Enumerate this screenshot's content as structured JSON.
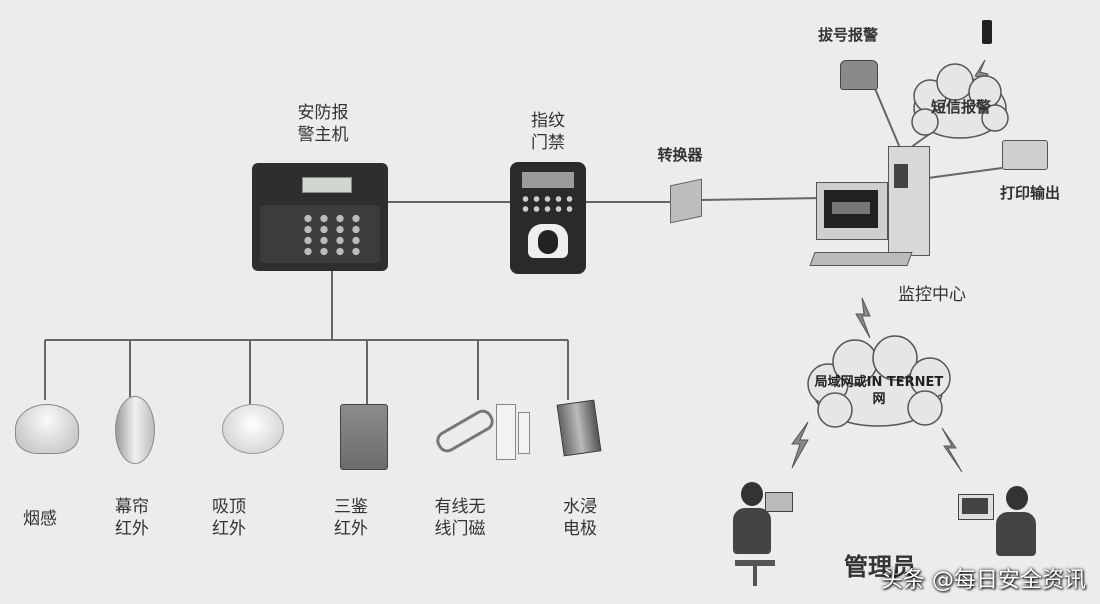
{
  "labels": {
    "alarm_host": "安防报\n警主机",
    "fingerprint": "指纹\n门禁",
    "converter": "转换器",
    "dial_alarm": "拔号报警",
    "sms_alarm": "短信报警",
    "print_out": "打印输出",
    "monitor_center": "监控中心",
    "network": "局域网或IN\nTERNET网",
    "manager": "管理员",
    "sensors": [
      "烟感",
      "幕帘\n红外",
      "吸顶\n红外",
      "三鉴\n红外",
      "有线无\n线门磁",
      "水浸\n电极"
    ]
  },
  "watermark": "头条 @每日安全资讯"
}
